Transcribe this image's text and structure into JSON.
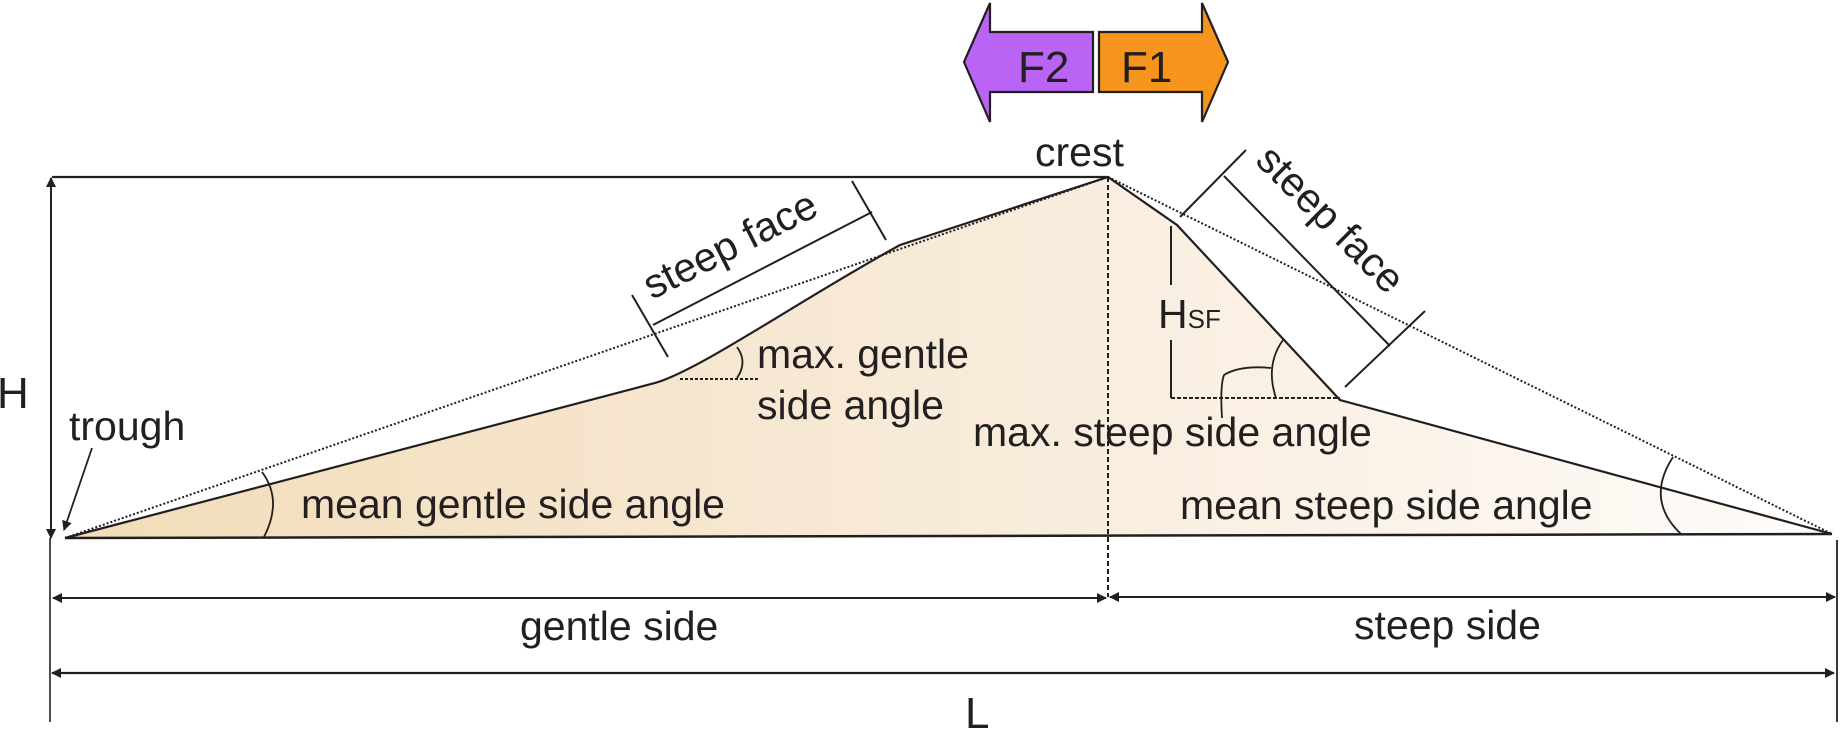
{
  "title": "Bedform morphology parameters",
  "colors": {
    "line": "#231f20",
    "fill_dark": "#f2dcb8",
    "fill_light": "#fdfbf8",
    "f1_arrow": "#f7941d",
    "f2_arrow": "#b964f5"
  },
  "flow_arrows": {
    "f2": "F2",
    "f1": "F1"
  },
  "labels": {
    "crest": "crest",
    "trough": "trough",
    "height": "H",
    "steep_face_height_main": "H",
    "steep_face_height_sub": "SF",
    "steep_face_gentle": "steep face",
    "steep_face_steep": "steep face",
    "max_gentle_line1": "max. gentle",
    "max_gentle_line2": "side angle",
    "max_steep": "max. steep side angle",
    "mean_gentle": "mean gentle side angle",
    "mean_steep": "mean steep side angle",
    "gentle_side": "gentle side",
    "steep_side": "steep side",
    "length": "L"
  }
}
